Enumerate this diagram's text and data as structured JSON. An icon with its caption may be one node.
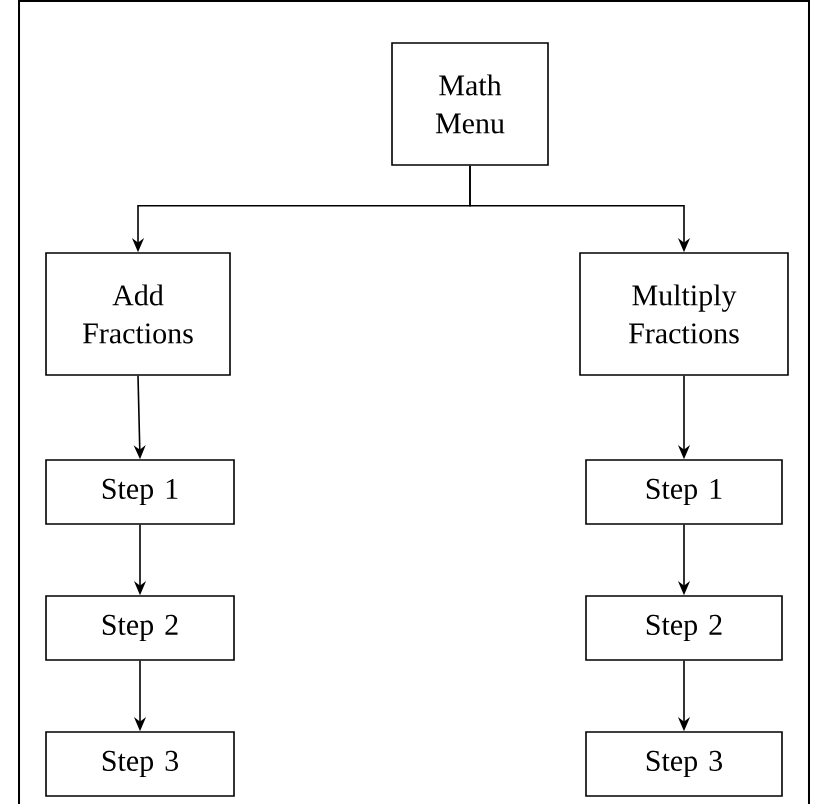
{
  "diagram": {
    "nodes": [
      {
        "text": [
          "Math Menu"
        ]
      },
      {
        "text": [
          "Add Fractions"
        ]
      },
      {
        "text": [
          "Multiply Fractions"
        ]
      },
      {
        "text": [
          "Step 1"
        ]
      },
      {
        "text": [
          "Step 2"
        ]
      },
      {
        "text": [
          "Step 3"
        ]
      },
      {
        "text": [
          "Step 1"
        ]
      },
      {
        "text": [
          "Step 2"
        ]
      },
      {
        "text": [
          "Step 3"
        ]
      }
    ],
    "edges": [
      {
        "from": 0,
        "to": 1,
        "arrow": "to"
      },
      {
        "from": 0,
        "to": 2,
        "arrow": "to"
      },
      {
        "from": 1,
        "to": 3,
        "arrow": "to"
      },
      {
        "from": 3,
        "to": 4,
        "arrow": "to"
      },
      {
        "from": 4,
        "to": 5,
        "arrow": "to"
      },
      {
        "from": 2,
        "to": 6,
        "arrow": "to"
      },
      {
        "from": 6,
        "to": 7,
        "arrow": "to"
      },
      {
        "from": 7,
        "to": 8,
        "arrow": "to"
      }
    ]
  }
}
